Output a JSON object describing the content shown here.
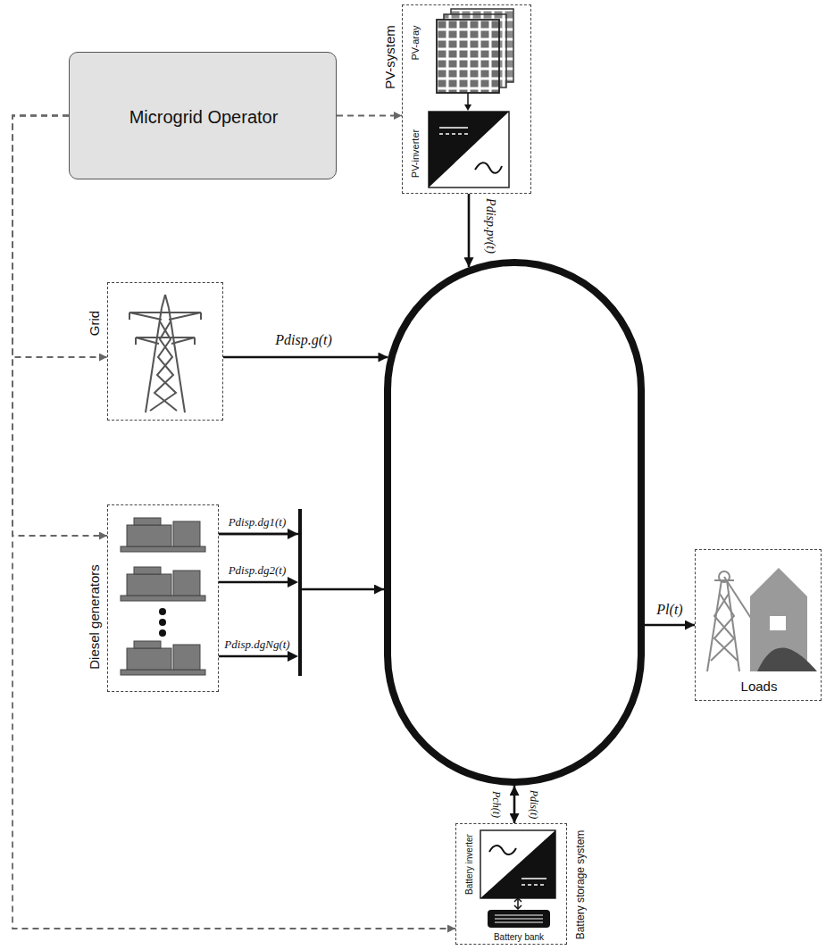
{
  "diagram": {
    "nodes": [
      {
        "text": [
          "Microgrid Operator"
        ]
      },
      {
        "text": [
          "PV-system",
          "PV-aray",
          "PV-inverter"
        ]
      },
      {
        "text": [
          "Grid"
        ]
      },
      {
        "text": [
          "Diesel generators"
        ]
      },
      {
        "text": []
      },
      {
        "text": [
          "Loads"
        ]
      },
      {
        "text": [
          "Battery storage system",
          "Battery inverter",
          "Battery bank"
        ]
      }
    ],
    "edges": [
      {
        "from": 0,
        "to": 1,
        "arrow": "to"
      },
      {
        "from": 0,
        "to": 2,
        "arrow": "to"
      },
      {
        "from": 0,
        "to": 3,
        "arrow": "to"
      },
      {
        "from": 0,
        "to": 6,
        "arrow": "to"
      },
      {
        "from": 1,
        "to": 4,
        "arrow": "to",
        "label": "Pdisp.pv(t)"
      },
      {
        "from": 2,
        "to": 4,
        "arrow": "to",
        "label": "Pdisp.g(t)"
      },
      {
        "from": 3,
        "to": 4,
        "arrow": "to"
      },
      {
        "from": 4,
        "to": 5,
        "arrow": "to",
        "label": "Pl(t)"
      },
      {
        "from": 4,
        "to": 6,
        "arrow": "both",
        "label": "Pdis(t)"
      }
    ],
    "labels": [
      "Pdisp.dg1(t)",
      "Pdisp.dg2(t)",
      "Pdisp.dgNg(t)",
      "Pch(t)"
    ]
  }
}
